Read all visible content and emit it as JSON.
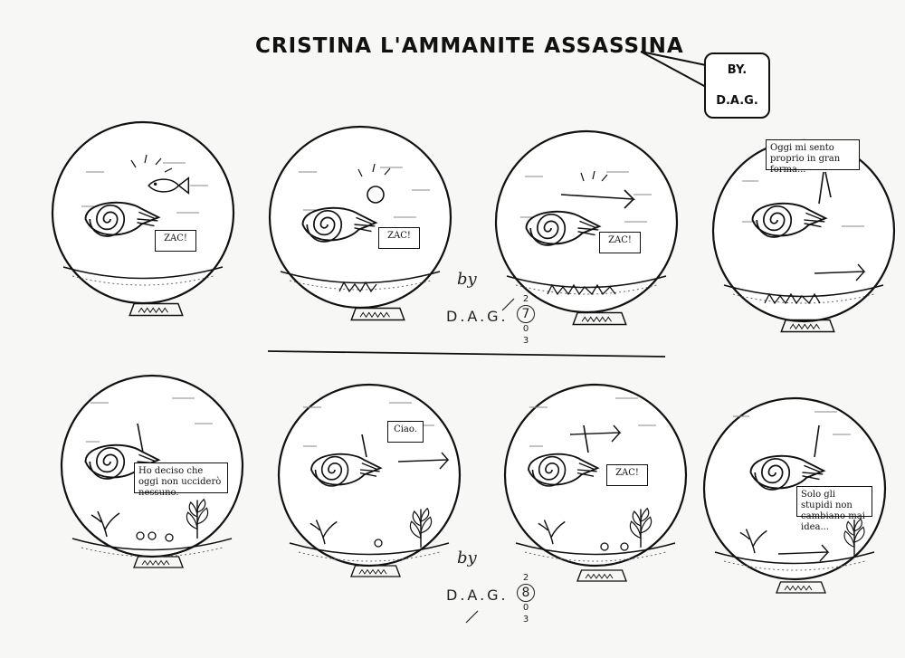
{
  "title": "CRISTINA L'AMMANITE ASSASSINA",
  "credit": {
    "by": "BY.",
    "name": "D.A.G."
  },
  "panels_row1": [
    {
      "caption": "ZAC!"
    },
    {
      "caption": "ZAC!"
    },
    {
      "caption": "ZAC!"
    },
    {
      "caption": "Oggi mi sento proprio in gran forma..."
    }
  ],
  "panels_row2": [
    {
      "caption": "Ho deciso che oggi non ucciderò nessuno."
    },
    {
      "caption": "Ciao."
    },
    {
      "caption": "ZAC!"
    },
    {
      "caption": "Solo gli stupidi non cambiano mai idea..."
    }
  ],
  "signature1": {
    "by": "by",
    "name": "D.A.G.",
    "y1": "2",
    "y2": "7",
    "y3": "0",
    "y4": "3"
  },
  "signature2": {
    "by": "by",
    "name": "D.A.G.",
    "y1": "2",
    "y2": "8",
    "y3": "0",
    "y4": "3"
  }
}
